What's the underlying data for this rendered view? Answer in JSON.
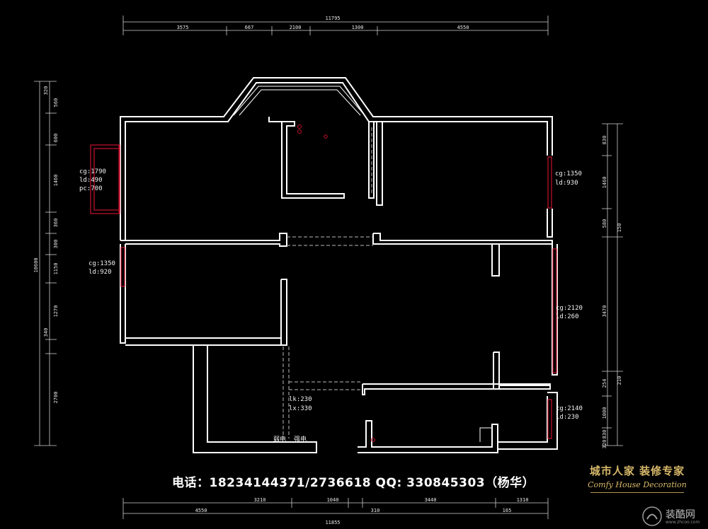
{
  "dimensions": {
    "top_total": "11795",
    "top_segments": [
      "3575",
      "667",
      "2100",
      "1300",
      "4550"
    ],
    "bottom_total": "11855",
    "bottom_segments": [
      "4550",
      "3210",
      "1040",
      "310",
      "3440",
      "1310",
      "165"
    ],
    "left_total": "10600",
    "left_segments": [
      "320",
      "560",
      "600",
      "1460",
      "360",
      "300",
      "1150",
      "1270",
      "340",
      "2700"
    ],
    "right_segments": [
      "830",
      "1460",
      "580",
      "150",
      "3470",
      "254",
      "210",
      "1000",
      "830",
      "320"
    ]
  },
  "annotations": {
    "win_left_upper": [
      "cg:1790",
      "ld:490",
      "pc:700"
    ],
    "win_left_mid": [
      "cg:1350",
      "ld:920"
    ],
    "win_right_upper": [
      "cg:1350",
      "ld:930"
    ],
    "win_right_mid": [
      "cg:2120",
      "ld:260"
    ],
    "win_right_lower": [
      "cg:2140",
      "ld:230"
    ],
    "beam": [
      "lk:230",
      "lx:330"
    ]
  },
  "labels": {
    "meter_left": "弱电",
    "meter_right": "强电"
  },
  "contact": {
    "text": "电话：18234144371/2736618  QQ: 330845303（杨华）"
  },
  "brand": {
    "cn": "城市人家  装修专家",
    "en": "Comfy House Decoration"
  },
  "watermark": {
    "cn": "装酷网",
    "url": "www.zhcoo.com"
  },
  "colors": {
    "background": "#000000",
    "wall": "#ffffff",
    "window": "#c8102e",
    "brand_gold": "#d8b96a"
  }
}
